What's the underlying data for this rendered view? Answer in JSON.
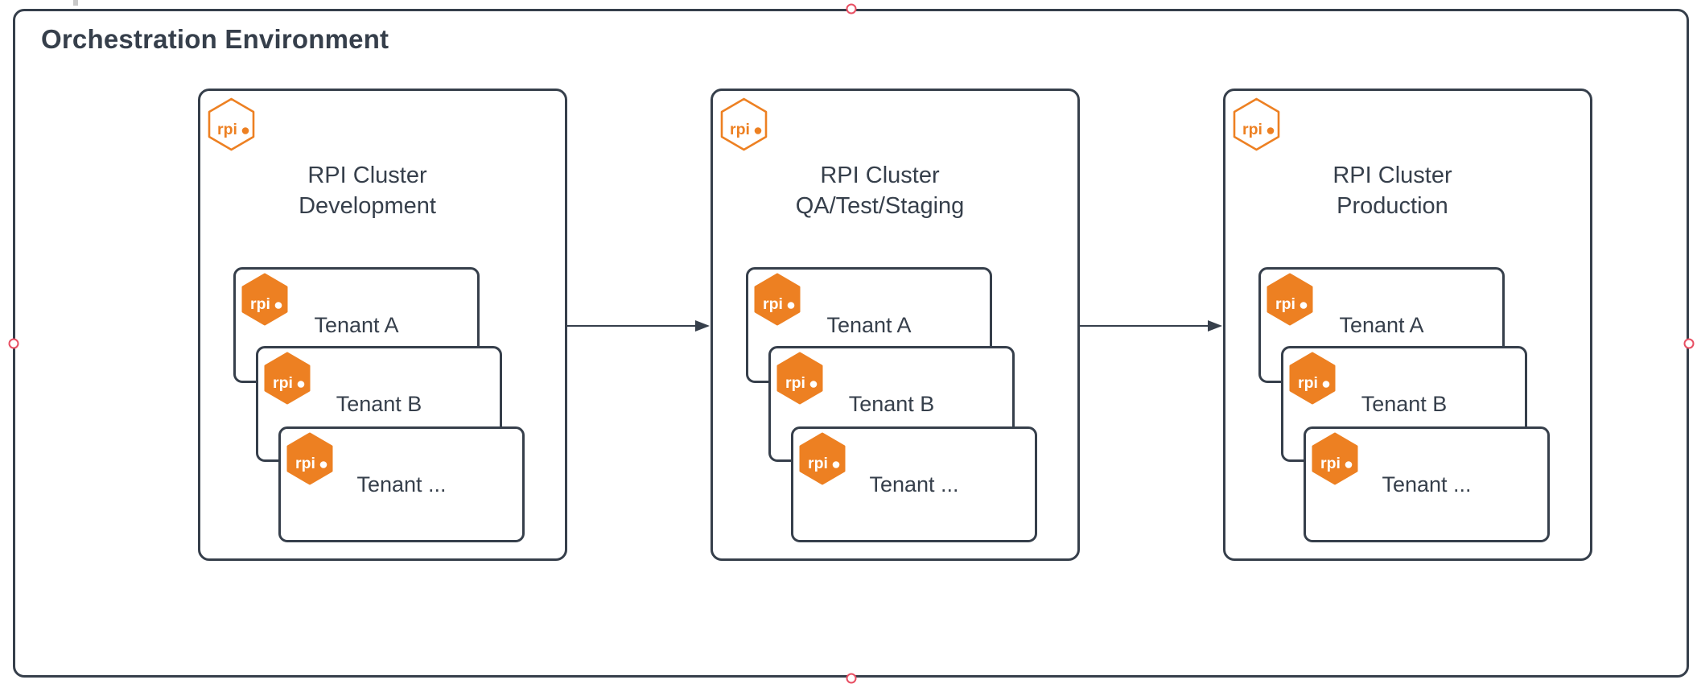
{
  "diagram": {
    "title": "Orchestration Environment"
  },
  "logo": {
    "text": "rpi"
  },
  "clusters": [
    {
      "title_lines": [
        "RPI Cluster",
        "Development"
      ],
      "tenants": [
        {
          "label": "Tenant A"
        },
        {
          "label": "Tenant B"
        },
        {
          "label": "Tenant ..."
        }
      ]
    },
    {
      "title_lines": [
        "RPI Cluster",
        "QA/Test/Staging"
      ],
      "tenants": [
        {
          "label": "Tenant A"
        },
        {
          "label": "Tenant B"
        },
        {
          "label": "Tenant ..."
        }
      ]
    },
    {
      "title_lines": [
        "RPI Cluster",
        "Production"
      ],
      "tenants": [
        {
          "label": "Tenant A"
        },
        {
          "label": "Tenant B"
        },
        {
          "label": "Tenant ..."
        }
      ]
    }
  ],
  "colors": {
    "stroke": "#363F4B",
    "orange": "#ED8022",
    "handle_red": "#E84F63"
  }
}
